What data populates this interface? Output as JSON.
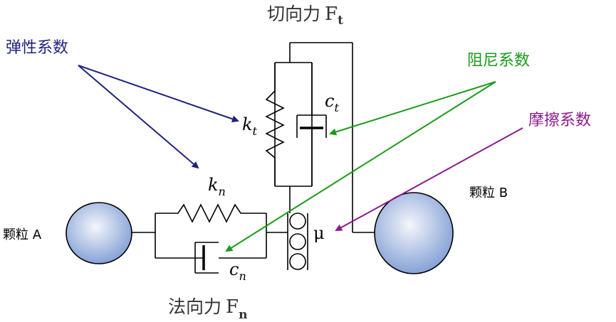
{
  "labels": {
    "tangential_force": "切向力",
    "tangential_force_symbol": "F",
    "tangential_force_subscript": "t",
    "normal_force": "法向力",
    "normal_force_symbol": "F",
    "normal_force_subscript": "n",
    "elastic_coeff": "弹性系数",
    "damping_coeff": "阻尼系数",
    "friction_coeff": "摩擦系数",
    "particle_a": "颗粒 A",
    "particle_b": "颗粒 B",
    "kt_base": "k",
    "kt_sub": "t",
    "ct_base": "c",
    "ct_sub": "t",
    "kn_base": "k",
    "kn_sub": "n",
    "cn_base": "c",
    "cn_sub": "n",
    "mu": "μ"
  },
  "colors": {
    "elastic": "#1f2280",
    "damping": "#1a9a1a",
    "friction": "#8c1a8c",
    "particle_fill_center": "#f2f5fb",
    "particle_fill_edge": "#7d9bd3",
    "line": "#000000"
  }
}
